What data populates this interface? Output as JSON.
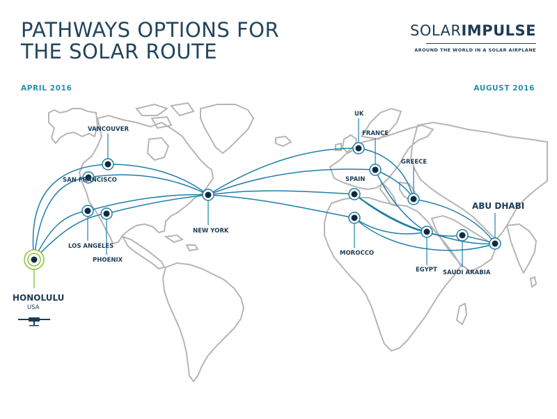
{
  "header": {
    "title_line1": "PATHWAYS OPTIONS FOR",
    "title_line2": "THE SOLAR ROUTE"
  },
  "logo": {
    "light": "SOLAR",
    "bold": "IMPULSE",
    "tagline": "AROUND THE WORLD IN A SOLAR AIRPLANE"
  },
  "dates": {
    "start": "APRIL 2016",
    "end": "AUGUST 2016"
  },
  "colors": {
    "route": "#1f7ea8",
    "node": "#0e2a3f",
    "origin": "#8dc63f",
    "land": "#b5b5b5",
    "text": "#1d3c55",
    "accent": "#2a8db4"
  },
  "cities": {
    "honolulu": "HONOLULU",
    "honolulu_country": "USA",
    "vancouver": "VANCOUVER",
    "san_francisco": "SAN FRANCISCO",
    "los_angeles": "LOS ANGELES",
    "phoenix": "PHOENIX",
    "new_york": "NEW YORK",
    "uk": "UK",
    "france": "FRANCE",
    "spain": "SPAIN",
    "morocco": "MOROCCO",
    "greece": "GREECE",
    "egypt": "EGYPT",
    "saudi_arabia": "SAUDI ARABIA",
    "abu_dhabi": "ABU DHABI"
  },
  "icons": {
    "airplane": "airplane-icon"
  }
}
